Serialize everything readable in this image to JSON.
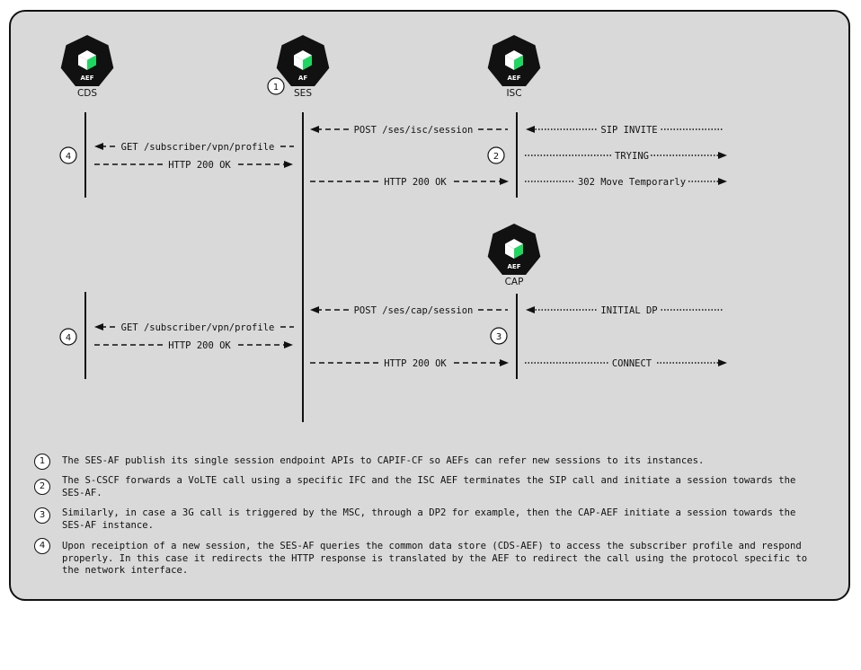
{
  "nodes": {
    "cds": {
      "badge": "AEF",
      "name": "CDS"
    },
    "ses": {
      "badge": "AF",
      "name": "SES"
    },
    "isc": {
      "badge": "AEF",
      "name": "ISC"
    },
    "cap": {
      "badge": "AEF",
      "name": "CAP"
    }
  },
  "step_numbers": {
    "one": "1",
    "two": "2",
    "three": "3",
    "four": "4"
  },
  "messages": {
    "isc_post": "POST /ses/isc/session",
    "sip_invite": "SIP INVITE",
    "get_profile_1": "GET /subscriber/vpn/profile",
    "trying": "TRYING",
    "http_ok_cds_1": "HTTP 200 OK",
    "http_ok_isc": "HTTP 200 OK",
    "moved": "302 Move Temporarly",
    "cap_post": "POST /ses/cap/session",
    "initial_dp": "INITIAL DP",
    "get_profile_2": "GET /subscriber/vpn/profile",
    "http_ok_cds_2": "HTTP 200 OK",
    "http_ok_cap": "HTTP 200 OK",
    "connect": "CONNECT"
  },
  "notes": [
    {
      "num": "1",
      "text": "The SES-AF publish its single session endpoint APIs to CAPIF-CF so AEFs can refer new sessions to its instances."
    },
    {
      "num": "2",
      "text": "The S-CSCF forwards a VoLTE call using a specific IFC and the ISC AEF terminates the SIP call and initiate a session towards the SES-AF."
    },
    {
      "num": "3",
      "text": "Similarly, in case a 3G call is triggered by the MSC, through a DP2 for example, then the CAP-AEF initiate a session towards the SES-AF instance."
    },
    {
      "num": "4",
      "text": "Upon receiption of a new session, the SES-AF queries the common data store (CDS-AEF) to access the subscriber profile and respond properly. In this case it redirects the HTTP response is translated by the AEF to redirect the call using the protocol specific to the network interface."
    }
  ],
  "colors": {
    "panel": "#d9d9d9",
    "icon_bg": "#111111",
    "cube_green": "#1ed760",
    "cube_white": "#ffffff",
    "line": "#111111"
  }
}
